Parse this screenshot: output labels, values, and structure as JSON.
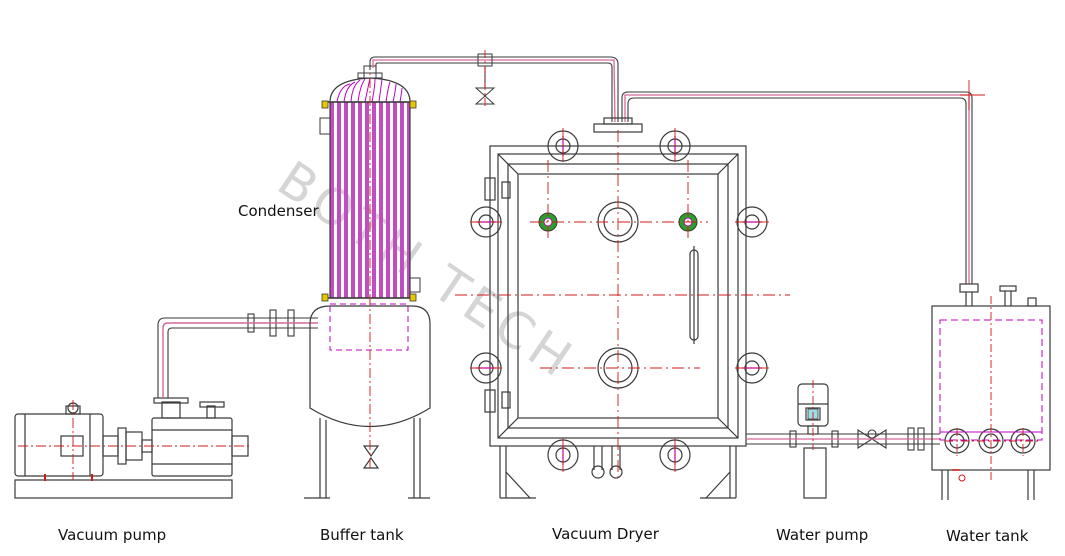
{
  "watermark": "BOTH TECH",
  "labels": {
    "condenser": "Condenser",
    "vacuum_pump": "Vacuum pump",
    "buffer_tank": "Buffer tank",
    "vacuum_dryer": "Vacuum Dryer",
    "water_pump": "Water pump",
    "water_tank": "Water tank"
  },
  "colors": {
    "line": "#3a3a3a",
    "centerline": "#d01818",
    "tube": "#c000c0",
    "pipe": "#d46a9a",
    "sight_glass": "#2aa02a"
  }
}
